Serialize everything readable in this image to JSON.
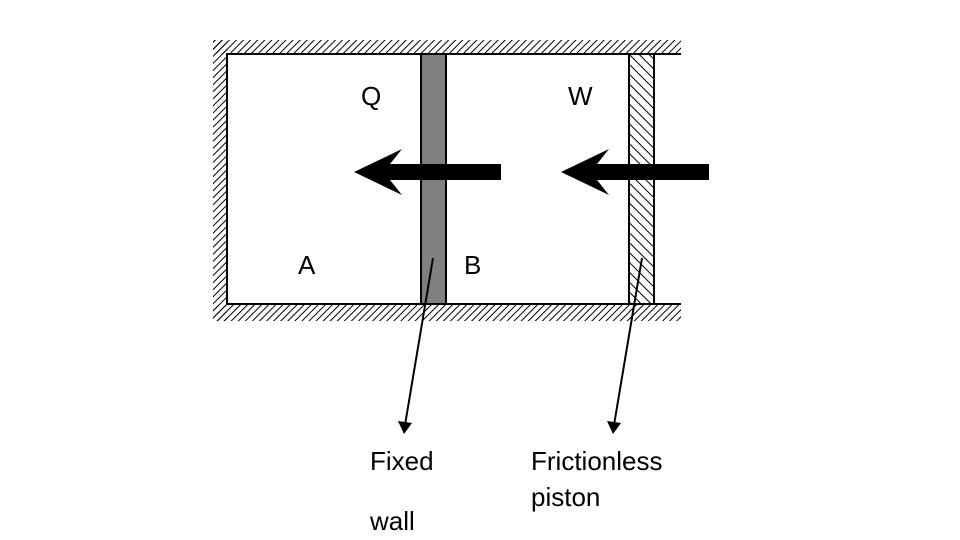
{
  "diagram": {
    "type": "thermodynamics piston-cylinder schematic",
    "chamber_labels": {
      "left": "A",
      "right": "B"
    },
    "energy_labels": {
      "heat": "Q",
      "work": "W"
    },
    "components": {
      "fixed_wall": {
        "label_line1": "Fixed",
        "label_line2": "wall",
        "fill": "#808080"
      },
      "piston": {
        "label_line1": "Frictionless",
        "label_line2": "piston",
        "fill": "hatched"
      }
    },
    "arrows": [
      {
        "name": "heat-transfer-arrow",
        "direction": "left",
        "from": "B",
        "to": "A",
        "label": "Q"
      },
      {
        "name": "work-input-arrow",
        "direction": "left",
        "from": "outside",
        "to": "B",
        "label": "W"
      }
    ],
    "colors": {
      "line": "#000000",
      "wall_fill": "#808080",
      "background": "#ffffff"
    }
  }
}
